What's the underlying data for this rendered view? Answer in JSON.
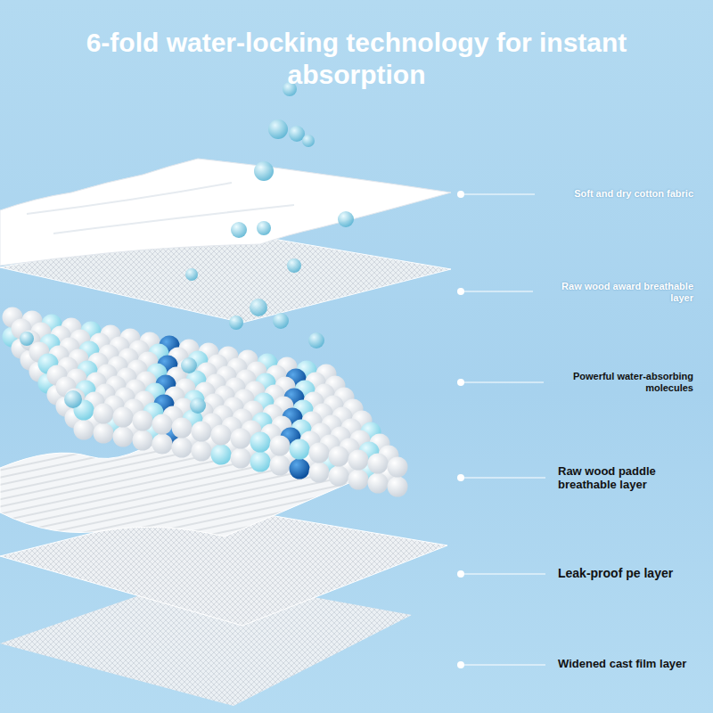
{
  "diagram": {
    "title": "6-fold water-locking technology for instant absorption",
    "labels": [
      "Soft and dry cotton fabric",
      "Raw wood award breathable layer",
      "Powerful water-absorbing molecules",
      "Raw wood paddle breathable layer",
      "Leak-proof pe layer",
      "Widened cast film layer"
    ]
  }
}
